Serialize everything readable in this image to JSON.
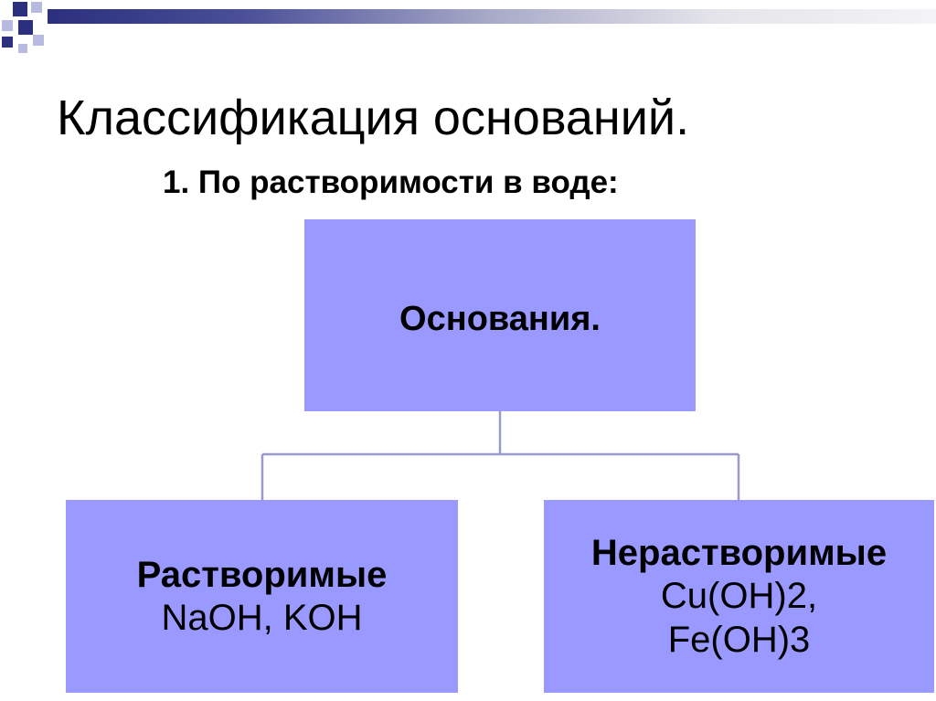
{
  "slide": {
    "title": "Классификация оснований.",
    "subtitle": "1. По растворимости в воде:"
  },
  "diagram": {
    "root": {
      "label": "Основания."
    },
    "children": [
      {
        "label": "Растворимые",
        "examples": [
          "NaOH, KOH"
        ]
      },
      {
        "label": "Нерастворимые",
        "examples": [
          "Cu(OH)2,",
          "Fe(OH)3"
        ]
      }
    ]
  },
  "colors": {
    "node_fill": "#9999ff",
    "connector": "#9999cc",
    "accent_dark": "#2b2f7d"
  }
}
